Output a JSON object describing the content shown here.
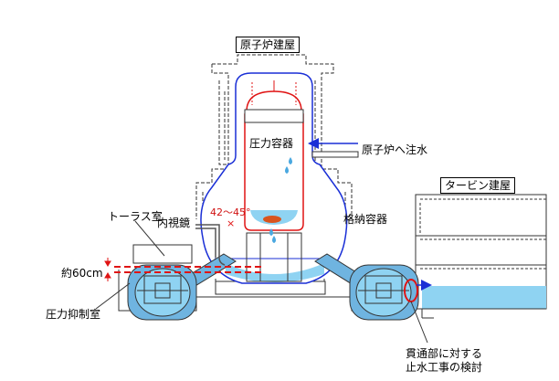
{
  "labels": {
    "reactor_building": "原子炉建屋",
    "turbine_building": "タービン建屋",
    "pressure_vessel": "圧力容器",
    "water_injection": "原子炉へ注水",
    "containment_vessel": "格納容器",
    "torus_room": "トーラス室",
    "endoscope": "内視鏡",
    "angle": "42～45°",
    "level": "約60cm",
    "suppression_chamber": "圧力抑制室",
    "penetration_note_line1": "貫通部に対する",
    "penetration_note_line2": "止水工事の検討"
  },
  "colors": {
    "water": "#8fd3f2",
    "accent_blue": "#1a2fd6",
    "accent_red": "#e01414",
    "fuel_debris": "#d9541e",
    "chamber_fill": "#6fb4e0"
  },
  "icons": {
    "water_injection_arrow": "arrow-left-icon",
    "debris": "melted-fuel-icon",
    "drops": "water-drop-icon",
    "penetration": "leak-point-icon"
  }
}
